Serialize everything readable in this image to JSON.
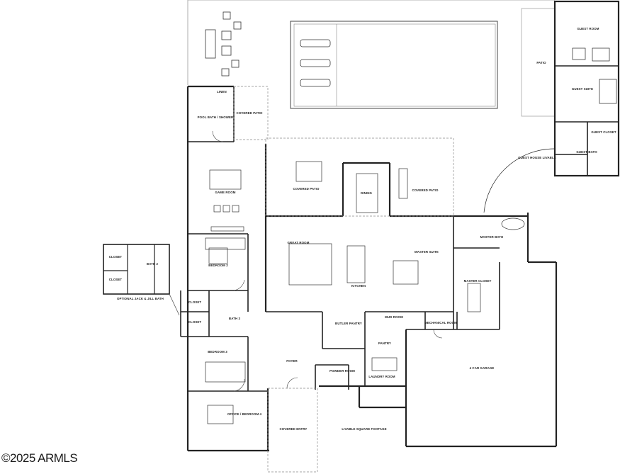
{
  "watermark": "©2025 ARMLS",
  "rooms": {
    "linen": "LINEN",
    "pool_bath": "POOL BATH / SHOWER",
    "covered_patio_pool": "COVERED PATIO",
    "patio_right": "PATIO",
    "guest_room": "GUEST ROOM",
    "guest_suite": "GUEST SUITE",
    "guest_closet": "GUEST CLOSET",
    "guest_bath": "GUEST BATH",
    "guest_house_livable": "GUEST HOUSE LIVABLE",
    "game_room": "GAME ROOM",
    "covered_patio_mid": "COVERED PATIO",
    "dining": "DINING",
    "covered_patio_right": "COVERED PATIO",
    "master_bath": "MASTER BATH",
    "great_room": "GREAT ROOM",
    "kitchen": "KITCHEN",
    "master_suite": "MASTER SUITE",
    "master_closet": "MASTER CLOSET",
    "bedroom_2": "BEDROOM 2",
    "bath_2": "BATH 2",
    "bath_3": "BATH 3",
    "closet_a": "CLOSET",
    "closet_b": "CLOSET",
    "closet_c": "CLOSET",
    "closet_d": "CLOSET",
    "optional_bath": "OPTIONAL JACK & JILL BATH",
    "butler_pantry": "BUTLER PANTRY",
    "mud_room": "MUD ROOM",
    "mechanical_room": "MECHANICAL ROOM",
    "pantry": "PANTRY",
    "bedroom_3": "BEDROOM 3",
    "foyer": "FOYER",
    "powder_room": "POWDER ROOM",
    "laundry_room": "LAUNDRY ROOM",
    "garage": "4 CAR GARAGE",
    "office": "OFFICE / BEDROOM 4",
    "covered_entry": "COVERED ENTRY",
    "livable_sqft": "LIVABLE SQUARE FOOTAGE"
  }
}
